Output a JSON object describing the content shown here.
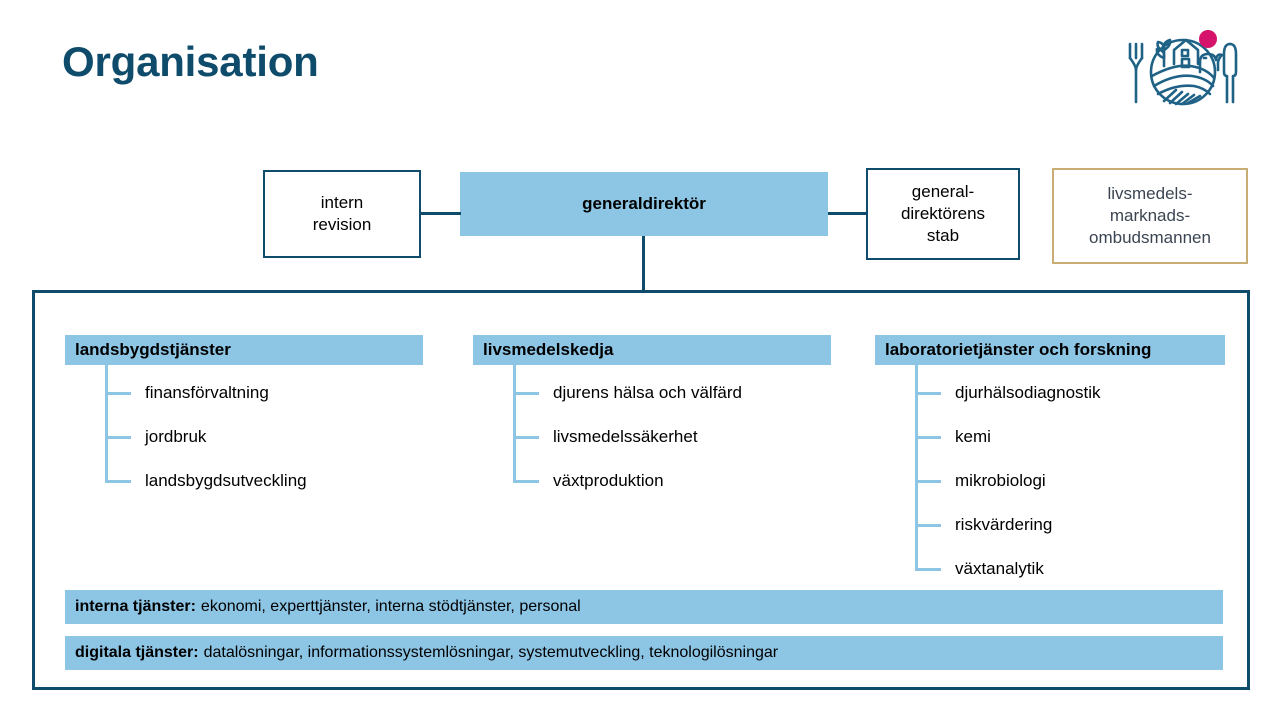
{
  "page": {
    "title": "Organisation"
  },
  "logo": {
    "name": "livsmedelsverket-logo",
    "sun_color": "#D6136B",
    "line_color": "#1F6286"
  },
  "colors": {
    "brand_dark": "#0F4C6B",
    "brand_light": "#8DC5E5",
    "accent_tan": "#C8AE74",
    "slate_text": "#3B4552",
    "logo_pink": "#D6136B"
  },
  "top_row": {
    "internal_audit": "intern\nrevision",
    "internal_audit_lines": [
      "intern",
      "revision"
    ],
    "director_general": "generaldirektör",
    "director_staff_lines": [
      "general-",
      "direktörens",
      "stab"
    ],
    "ombudsman_lines": [
      "livsmedels-",
      "marknads-",
      "ombudsmannen"
    ]
  },
  "columns": [
    {
      "header": "landsbygdstjänster",
      "items": [
        "finansförvaltning",
        "jordbruk",
        "landsbygdsutveckling"
      ]
    },
    {
      "header": "livsmedelskedja",
      "items": [
        "djurens hälsa och välfärd",
        "livsmedelssäkerhet",
        "växtproduktion"
      ]
    },
    {
      "header": "laboratorietjänster och forskning",
      "items": [
        "djurhälsodiagnostik",
        "kemi",
        "mikrobiologi",
        "riskvärdering",
        "växtanalytik"
      ]
    }
  ],
  "service_bars": [
    {
      "label": "interna tjänster:",
      "text": "ekonomi, experttjänster, interna stödtjänster, personal"
    },
    {
      "label": "digitala tjänster:",
      "text": "datalösningar, informationssystemlösningar, systemutveckling, teknologilösningar"
    }
  ]
}
